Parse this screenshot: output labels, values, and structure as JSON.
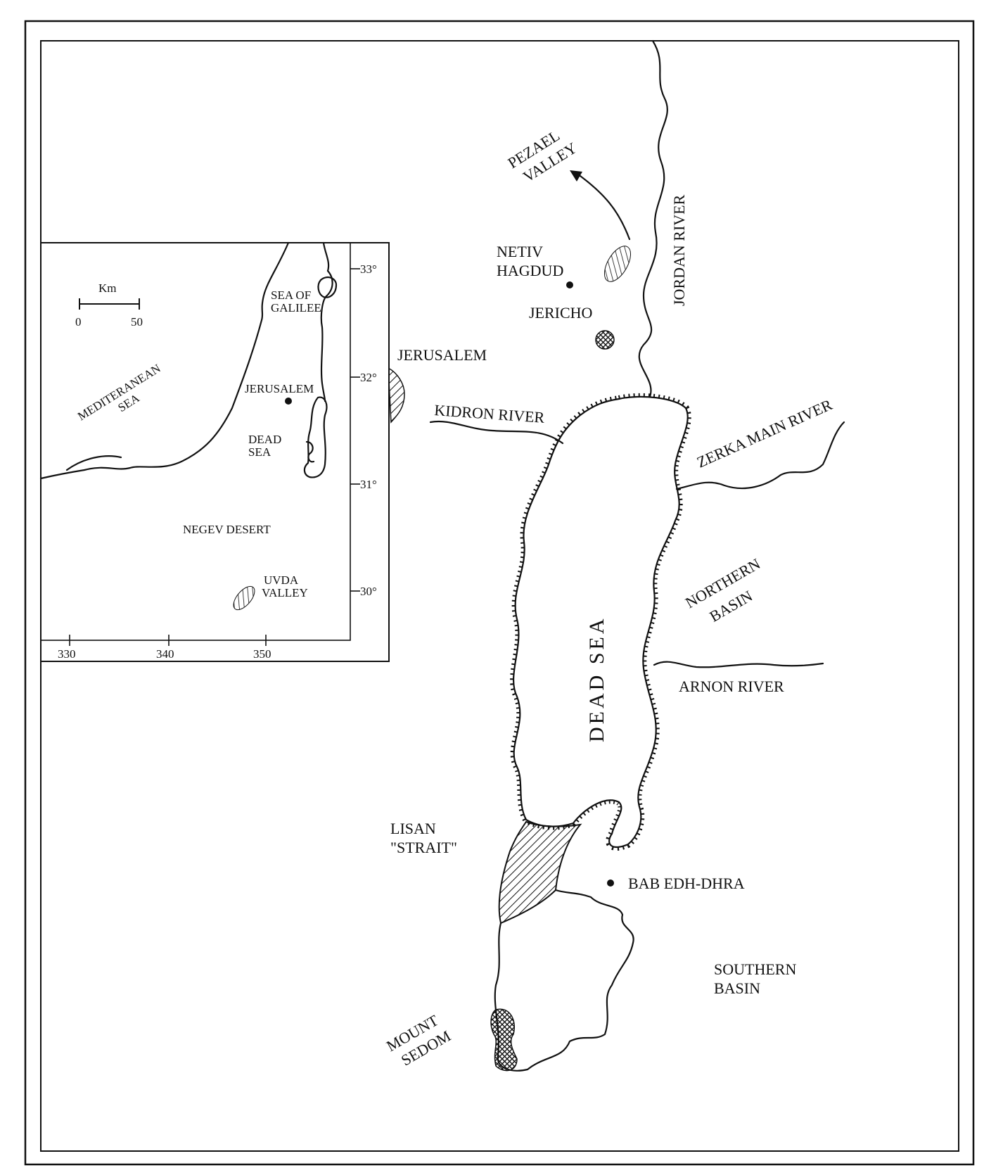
{
  "main_map": {
    "labels": {
      "pezael_valley": [
        "PEZAEL",
        "VALLEY"
      ],
      "jordan_river": "JORDAN RIVER",
      "netiv_hagdud": [
        "NETIV",
        "HAGDUD"
      ],
      "jericho": "JERICHO",
      "jerusalem": "JERUSALEM",
      "kidron_river": "KIDRON RIVER",
      "zerka_main_river": "ZERKA MAIN RIVER",
      "dead_sea": "DEAD SEA",
      "northern_basin": [
        "NORTHERN",
        "BASIN"
      ],
      "arnon_river": "ARNON RIVER",
      "lisan_strait": [
        "LISAN",
        "\"STRAIT\""
      ],
      "bab_edh_dhra": "BAB EDH-DHRA",
      "southern_basin": [
        "SOUTHERN",
        "BASIN"
      ],
      "mount_sedom": [
        "MOUNT",
        "SEDOM"
      ]
    }
  },
  "inset_map": {
    "scale": {
      "unit": "Km",
      "min": "0",
      "max": "50"
    },
    "labels": {
      "sea_of_galilee": [
        "SEA OF",
        "GALILEE"
      ],
      "mediterranean_sea": [
        "MEDITERANEAN",
        "SEA"
      ],
      "jerusalem": "JERUSALEM",
      "dead_sea": [
        "DEAD",
        "SEA"
      ],
      "negev_desert": "NEGEV DESERT",
      "uvda_valley": [
        "UVDA",
        "VALLEY"
      ]
    },
    "lat_ticks": [
      "33°",
      "32°",
      "31°",
      "30°"
    ],
    "lon_ticks": [
      "330",
      "340",
      "350"
    ]
  }
}
